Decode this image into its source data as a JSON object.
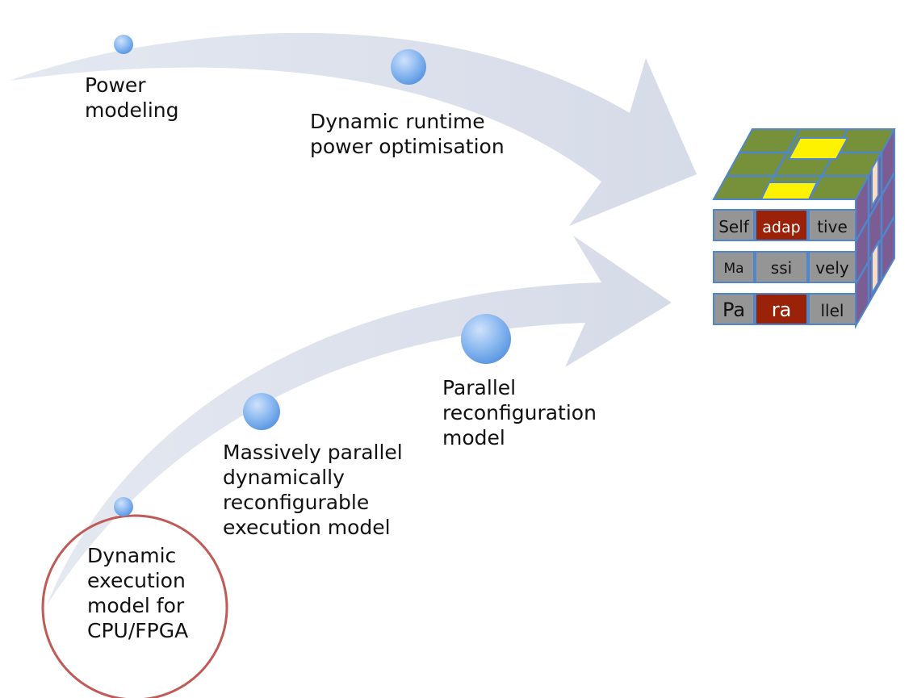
{
  "timeline_top": {
    "milestones": [
      {
        "label": "Power\nmodeling"
      },
      {
        "label": "Dynamic runtime\npower optimisation"
      }
    ]
  },
  "timeline_bottom": {
    "milestones": [
      {
        "label": "Dynamic\nexecution\nmodel for\nCPU/FPGA"
      },
      {
        "label": "Massively parallel\ndynamically\nreconfigurable\nexecution model"
      },
      {
        "label": "Parallel\nreconfiguration\nmodel"
      }
    ]
  },
  "cube": {
    "rows": [
      [
        "Self",
        "adap",
        "tive"
      ],
      [
        "Ma",
        "ssi",
        "vely"
      ],
      [
        "Pa",
        "ra",
        "llel"
      ]
    ]
  },
  "colors": {
    "arrow_fill": "#d8dde9",
    "node_light": "#b9d5f7",
    "node_dark": "#5b97e2",
    "highlight_circle": "#c05a56",
    "cube_gray": "#959595",
    "cube_red": "#9a2208",
    "cube_green": "#77903a",
    "cube_yellow": "#fff200",
    "cube_purple": "#7b5d93",
    "cube_peach": "#fcdcc2",
    "cube_edge": "#4f86cc"
  }
}
